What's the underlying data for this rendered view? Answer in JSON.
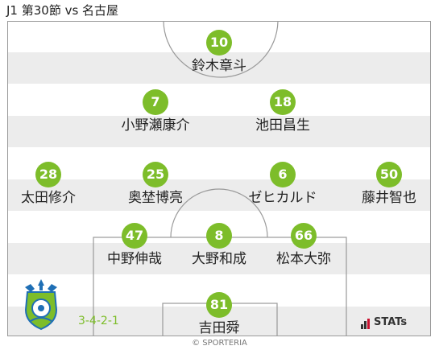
{
  "title": "J1 第30節 vs 名古屋",
  "formation": "3-4-2-1",
  "brand": "STATs",
  "copyright": "© SPORTERIA",
  "team_color": "#7dbd2a",
  "players": [
    {
      "number": "10",
      "name": "鈴木章斗"
    },
    {
      "number": "7",
      "name": "小野瀬康介"
    },
    {
      "number": "18",
      "name": "池田昌生"
    },
    {
      "number": "28",
      "name": "太田修介"
    },
    {
      "number": "25",
      "name": "奥埜博亮"
    },
    {
      "number": "6",
      "name": "ゼヒカルド"
    },
    {
      "number": "50",
      "name": "藤井智也"
    },
    {
      "number": "47",
      "name": "中野伸哉"
    },
    {
      "number": "8",
      "name": "大野和成"
    },
    {
      "number": "66",
      "name": "松本大弥"
    },
    {
      "number": "81",
      "name": "吉田舜"
    }
  ]
}
